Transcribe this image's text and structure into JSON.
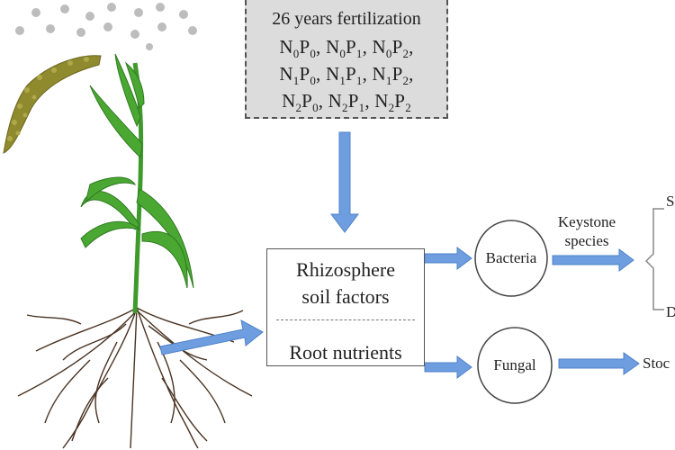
{
  "fertilization": {
    "title": "26 years fertilization",
    "rows": [
      [
        {
          "n": "0",
          "p": "0"
        },
        {
          "n": "0",
          "p": "1"
        },
        {
          "n": "0",
          "p": "2"
        }
      ],
      [
        {
          "n": "1",
          "p": "0"
        },
        {
          "n": "1",
          "p": "1"
        },
        {
          "n": "1",
          "p": "2"
        }
      ],
      [
        {
          "n": "2",
          "p": "0"
        },
        {
          "n": "2",
          "p": "1"
        },
        {
          "n": "2",
          "p": "2"
        }
      ]
    ]
  },
  "main_box": {
    "line1": "Rhizosphere",
    "line2": "soil factors",
    "root_nutrients": "Root nutrients"
  },
  "bacteria_label": "Bacteria",
  "fungal_label": "Fungal",
  "keystone": {
    "line1": "Keystone",
    "line2": "species"
  },
  "right_cut": {
    "top": "S",
    "bottom": "D",
    "fungal_target": "Stoc"
  },
  "colors": {
    "arrow": "#6e9ee0",
    "arrow_stroke": "#4f82c9",
    "box_fill": "#dcdcdc",
    "line": "#555555",
    "plant_green": "#3f9a2c",
    "panicle": "#8f8a2e",
    "root": "#4a3322"
  }
}
